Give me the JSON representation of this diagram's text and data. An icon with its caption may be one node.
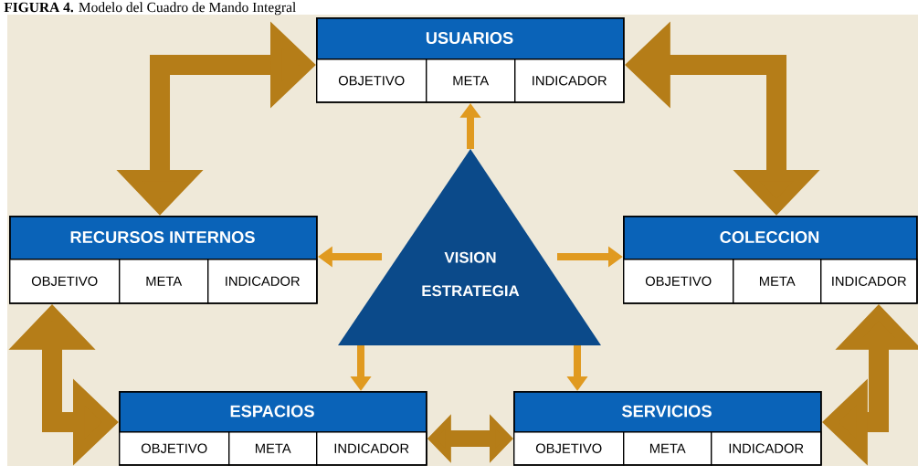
{
  "diagram": {
    "title": "**FIGURA 4.** Modelo del Cuadro de Mando Integral",
    "nodes": [
      {
        "text": [
          "USUARIOS"
        ]
      },
      {
        "text": [
          "OBJETIVO"
        ],
        "in": 0
      },
      {
        "text": [
          "META"
        ],
        "in": 0
      },
      {
        "text": [
          "INDICADOR"
        ],
        "in": 0
      },
      {
        "text": [
          "RECURSOS INTERNOS"
        ]
      },
      {
        "text": [
          "OBJETIVO"
        ],
        "in": 4
      },
      {
        "text": [
          "META"
        ],
        "in": 4
      },
      {
        "text": [
          "INDICADOR"
        ],
        "in": 4
      },
      {
        "text": [
          "VISION ESTRATEGIA"
        ]
      },
      {
        "text": [
          "COLECCION"
        ]
      },
      {
        "text": [
          "OBJETIVO"
        ],
        "in": 9
      },
      {
        "text": [
          "META"
        ],
        "in": 9
      },
      {
        "text": [
          "INDICADOR"
        ],
        "in": 9
      },
      {
        "text": [
          "ESPACIOS"
        ]
      },
      {
        "text": [
          "OBJETIVO"
        ],
        "in": 13
      },
      {
        "text": [
          "META"
        ],
        "in": 13
      },
      {
        "text": [
          "INDICADOR"
        ],
        "in": 13
      },
      {
        "text": [
          "SERVICIOS"
        ]
      },
      {
        "text": [
          "OBJETIVO"
        ],
        "in": 17
      },
      {
        "text": [
          "META"
        ],
        "in": 17
      },
      {
        "text": [
          "INDICADOR"
        ],
        "in": 17
      }
    ],
    "edges": [
      {
        "from": 8,
        "to": 0,
        "arrow": "to"
      },
      {
        "from": 8,
        "to": 4,
        "arrow": "to"
      },
      {
        "from": 8,
        "to": 9,
        "arrow": "to"
      },
      {
        "from": 8,
        "to": 13,
        "arrow": "to"
      },
      {
        "from": 8,
        "to": 17,
        "arrow": "to"
      },
      {
        "from": 4,
        "to": 0,
        "arrow": "both",
        "style": "thick",
        "color": "#b57d18"
      },
      {
        "from": 0,
        "to": 9,
        "arrow": "both",
        "style": "thick",
        "color": "#b57d18"
      },
      {
        "from": 4,
        "to": 13,
        "arrow": "both",
        "style": "thick",
        "color": "#b57d18"
      },
      {
        "from": 13,
        "to": 17,
        "arrow": "both",
        "style": "thick",
        "color": "#b57d18"
      },
      {
        "from": 17,
        "to": 9,
        "arrow": "both",
        "style": "thick",
        "color": "#b57d18"
      }
    ]
  }
}
